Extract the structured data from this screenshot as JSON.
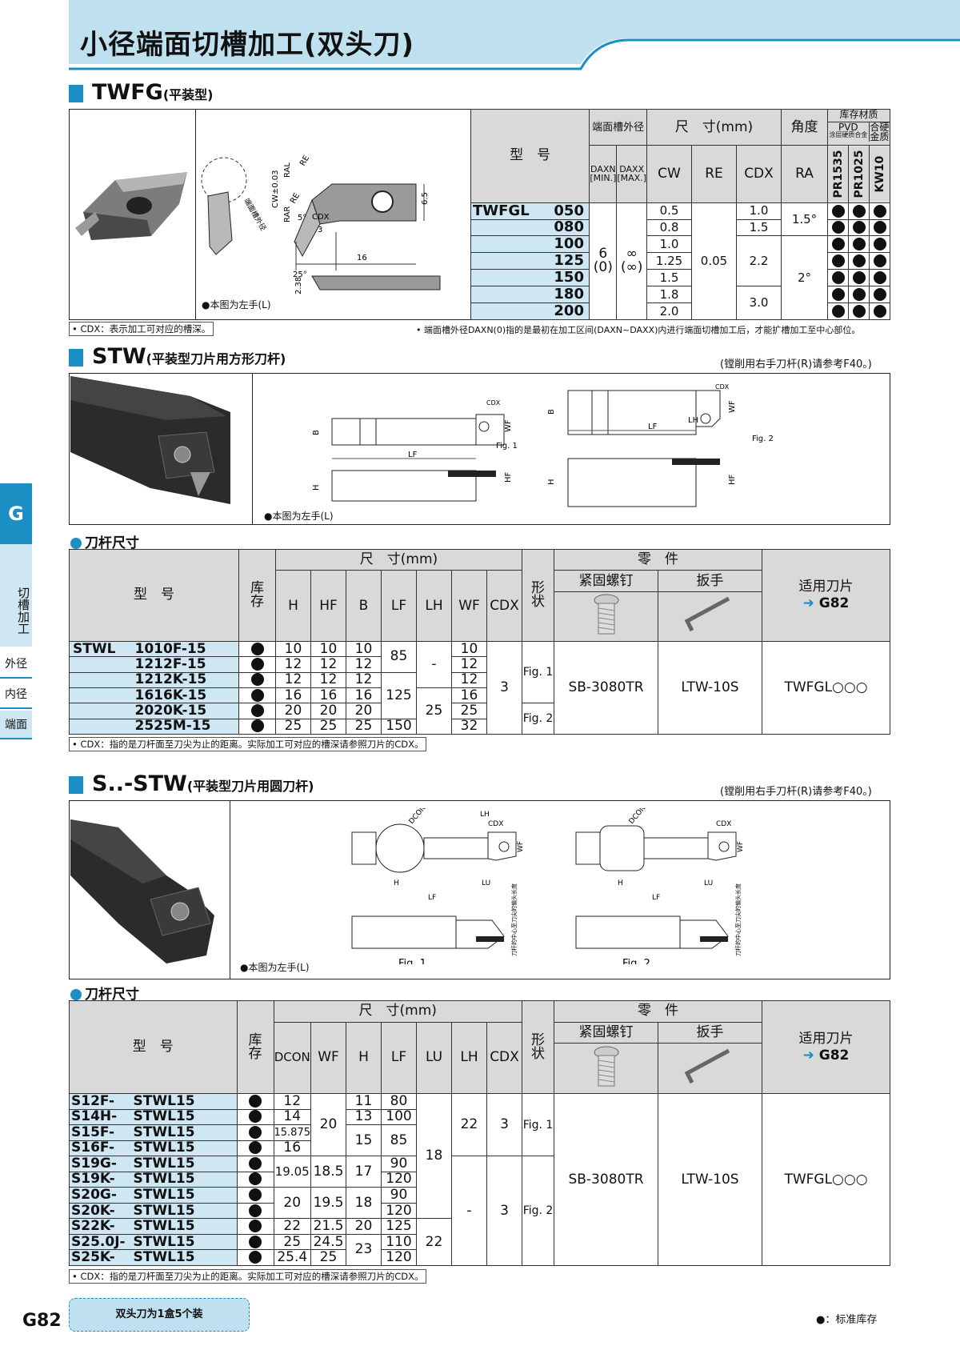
{
  "page_title": "小径端面切槽加工(双头刀)",
  "sidebar": {
    "g": "G",
    "category": "切槽加工",
    "tabs": [
      "外径",
      "内径",
      "端面"
    ]
  },
  "footer": {
    "page_no": "G82",
    "pack_note": "双头刀为1盒5个装",
    "legend": "●：标准库存"
  },
  "twfg": {
    "title": "TWFG",
    "subtitle": "(平装型)",
    "img_note": "●本图为左手(L)",
    "note_left": "• CDX：表示加工可对应的槽深。",
    "note_right": "• 端面槽外径DAXN(0)指的是最初在加工区间(DAXN~DAXX)内进行端面切槽加工后，才能扩槽加工至中心部位。",
    "diagram_labels": {
      "cw": "CW±0.03",
      "ral": "RAL",
      "rar": "RAR",
      "re1": "RE",
      "re2": "RE",
      "cdx": "CDX",
      "h65": "6.5",
      "a5": "5°",
      "n3": "3",
      "n16": "16",
      "a25": "25°",
      "n238": "2.38",
      "od": "端面槽外径"
    },
    "table": {
      "h_model": "型　号",
      "h_daxn_group": "端面槽外径",
      "h_size": "尺　寸(mm)",
      "h_angle": "角度",
      "h_stock": "库存材质",
      "h_pvd": "PVD",
      "h_pvd_sub": "涂层硬质合金",
      "h_carbide": "合硬",
      "h_carbide2": "金质",
      "h_daxn": "DAXN",
      "h_daxn_s": "[MIN.]",
      "h_daxx": "DAXX",
      "h_daxx_s": "[MAX.]",
      "h_cw": "CW",
      "h_re": "RE",
      "h_cdx": "CDX",
      "h_ra": "RA",
      "g1": "PR1535",
      "g2": "PR1025",
      "g3": "KW10",
      "prefix": "TWFGL",
      "codes": [
        "050",
        "080",
        "100",
        "125",
        "150",
        "180",
        "200"
      ],
      "daxn": "6",
      "daxn2": "(0)",
      "daxx": "∞",
      "daxx2": "(∞)",
      "cw": [
        "0.5",
        "0.8",
        "1.0",
        "1.25",
        "1.5",
        "1.8",
        "2.0"
      ],
      "re": "0.05",
      "cdx": [
        "1.0",
        "1.5",
        "2.2",
        "3.0"
      ],
      "ra": [
        "1.5°",
        "2°"
      ]
    }
  },
  "stw": {
    "title": "STW",
    "subtitle": "(平装型刀片用方形刀杆)",
    "ref": "(镗削用右手刀杆(R)请参考F40。)",
    "img_note": "●本图为左手(L)",
    "sub": "刀杆尺寸",
    "diag": {
      "fig1": "Fig. 1",
      "fig2": "Fig. 2",
      "b": "B",
      "h": "H",
      "lf": "LF",
      "wf": "WF",
      "hf": "HF",
      "cdx": "CDX",
      "lh": "LH"
    },
    "table": {
      "h_model": "型　号",
      "h_stock": "库存",
      "h_size": "尺　寸(mm)",
      "h_parts": "零　件",
      "h_shape": "形状",
      "h_screw": "紧固螺钉",
      "h_wrench": "扳手",
      "h_insert": "适用刀片",
      "h_insert_ref": "G82",
      "cols": [
        "H",
        "HF",
        "B",
        "LF",
        "LH",
        "WF",
        "CDX"
      ],
      "prefix": "STWL",
      "codes": [
        "1010F-15",
        "1212F-15",
        "1212K-15",
        "1616K-15",
        "2020K-15",
        "2525M-15"
      ],
      "h": [
        "10",
        "12",
        "12",
        "16",
        "20",
        "25"
      ],
      "hf": [
        "10",
        "12",
        "12",
        "16",
        "20",
        "25"
      ],
      "b": [
        "10",
        "12",
        "12",
        "16",
        "20",
        "25"
      ],
      "lf": [
        "85",
        "125",
        "150"
      ],
      "lh": [
        "-",
        "25"
      ],
      "wf": [
        "10",
        "12",
        "12",
        "16",
        "25",
        "32"
      ],
      "cdx": "3",
      "fig": [
        "Fig. 1",
        "Fig. 2"
      ],
      "screw": "SB-3080TR",
      "wrench": "LTW-10S",
      "insert": "TWFGL○○○"
    },
    "note": "• CDX：指的是刀杆面至刀尖为止的距离。实际加工可对应的槽深请参照刀片的CDX。"
  },
  "sstw": {
    "title": "S..-STW",
    "subtitle": "(平装型刀片用圆刀杆)",
    "ref": "(镗削用右手刀杆(R)请参考F40。)",
    "img_note": "●本图为左手(L)",
    "sub": "刀杆尺寸",
    "diag": {
      "fig1": "Fig. 1",
      "fig2": "Fig. 2",
      "dcon": "DCON",
      "lh": "LH",
      "cdx": "CDX",
      "wf": "WF",
      "h": "H",
      "lf": "LF",
      "lu": "LU",
      "side": "刀杆的中心至刀尖的偏头长度"
    },
    "table": {
      "h_model": "型　号",
      "h_stock": "库存",
      "h_size": "尺　寸(mm)",
      "h_parts": "零　件",
      "h_shape": "形状",
      "h_screw": "紧固螺钉",
      "h_wrench": "扳手",
      "h_insert": "适用刀片",
      "h_insert_ref": "G82",
      "cols": [
        "DCON",
        "WF",
        "H",
        "LF",
        "LU",
        "LH",
        "CDX"
      ],
      "pre": [
        "S12F-",
        "S14H-",
        "S15F-",
        "S16F-",
        "S19G-",
        "S19K-",
        "S20G-",
        "S20K-",
        "S22K-",
        "S25.0J-",
        "S25K-"
      ],
      "suf": "STWL15",
      "dcon": [
        "12",
        "14",
        "15.875",
        "16",
        "19.05",
        "20",
        "22",
        "25",
        "25.4"
      ],
      "wf": [
        "20",
        "18.5",
        "19.5",
        "21.5",
        "24.5",
        "25"
      ],
      "h": [
        "11",
        "13",
        "15",
        "17",
        "18",
        "20",
        "23"
      ],
      "lf": [
        "80",
        "100",
        "85",
        "90",
        "120",
        "90",
        "120",
        "125",
        "110",
        "120"
      ],
      "lu": [
        "18",
        "22"
      ],
      "lh": [
        "22",
        "-"
      ],
      "cdx": [
        "3",
        "3"
      ],
      "fig": [
        "Fig. 1",
        "Fig. 2"
      ],
      "screw": "SB-3080TR",
      "wrench": "LTW-10S",
      "insert": "TWFGL○○○"
    },
    "note": "• CDX：指的是刀杆面至刀尖为止的距离。实际加工可对应的槽深请参照刀片的CDX。"
  }
}
